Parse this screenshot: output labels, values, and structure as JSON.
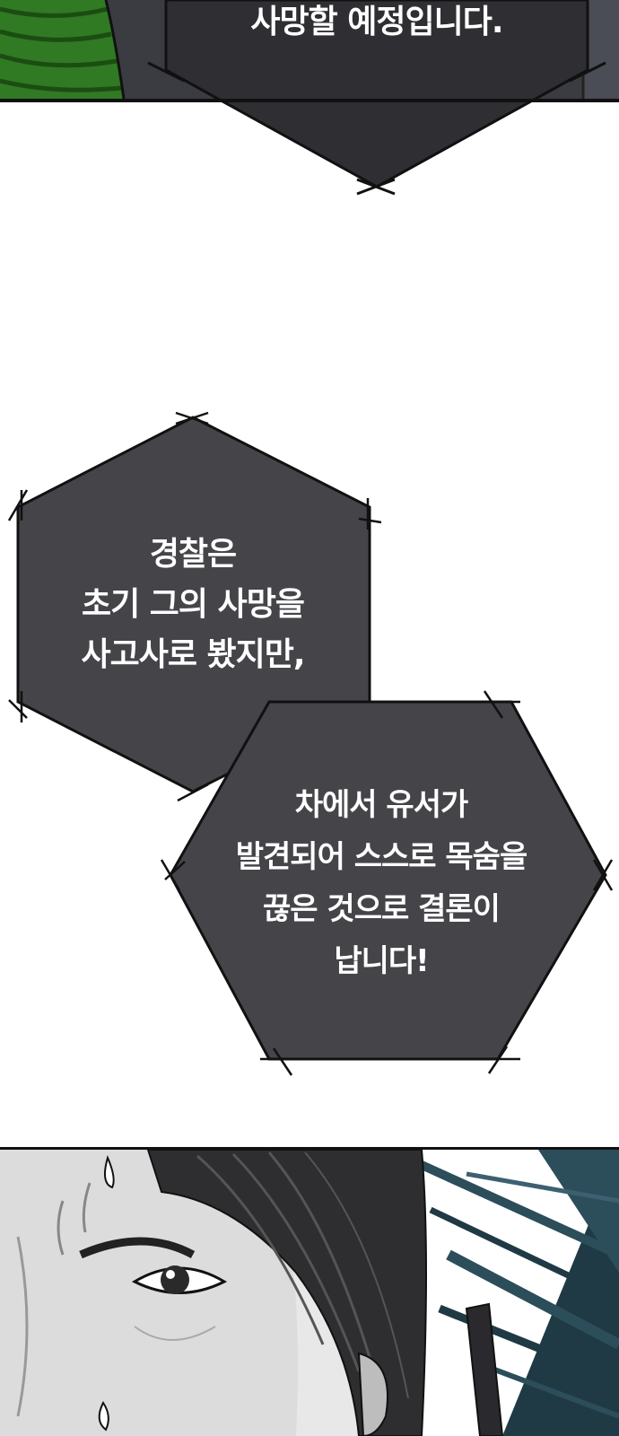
{
  "top_panel": {
    "line_partial": "~~~ ~~ ~~~",
    "line2": "사망할 예정입니다."
  },
  "bubble_police": {
    "lines": [
      "경찰은",
      "초기 그의 사망을",
      "사고사로 봤지만,"
    ]
  },
  "bubble_conclusion": {
    "lines": [
      "차에서 유서가",
      "발견되어 스스로 목숨을",
      "끊은 것으로 결론이",
      "납니다!"
    ]
  },
  "colors": {
    "bubble_fill": "#454449",
    "outline": "#111111",
    "panel_dark": "#2f2f33",
    "bottle_green": "#2f7a22",
    "effect_teal": "#1f3a44"
  }
}
